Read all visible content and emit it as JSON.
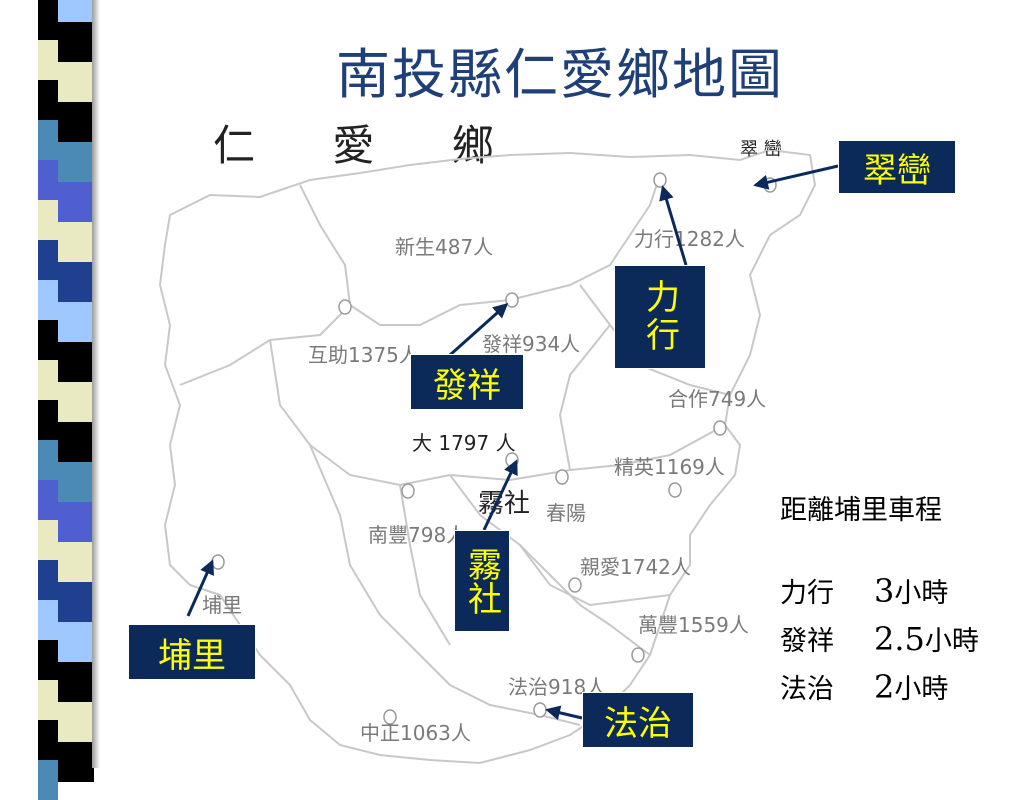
{
  "slide": {
    "title": "南投縣仁愛鄉地圖",
    "map_heading": "仁 愛 鄉"
  },
  "strip_colors": [
    "#000000",
    "#4a8ab5",
    "#1f3f8f",
    "#e9e9c2",
    "#4f5fd0",
    "#9ec8ff",
    "#000000",
    "#e9e9c2"
  ],
  "map": {
    "villages": [
      {
        "key": "cuiluan",
        "label": "翠  巒"
      },
      {
        "key": "lixing",
        "label": "力行1282人"
      },
      {
        "key": "xinsheng",
        "label": "新生487人"
      },
      {
        "key": "fazhang",
        "label": "發祥934人"
      },
      {
        "key": "huzhu",
        "label": "互助1375人"
      },
      {
        "key": "hezuo",
        "label": "合作749人"
      },
      {
        "key": "datong",
        "label": "大  1797 人"
      },
      {
        "key": "jingying",
        "label": "精英1169人"
      },
      {
        "key": "wushe",
        "label": "霧社"
      },
      {
        "key": "chunyang",
        "label": "春陽"
      },
      {
        "key": "nanfeng",
        "label": "南豐798人"
      },
      {
        "key": "qinai",
        "label": "親愛1742人"
      },
      {
        "key": "puli",
        "label": "埔里"
      },
      {
        "key": "wanfeng",
        "label": "萬豐1559人"
      },
      {
        "key": "fazhi",
        "label": "法治918人"
      },
      {
        "key": "zhongzheng",
        "label": "中正1063人"
      }
    ]
  },
  "callouts": {
    "cuiluan": "翠巒",
    "lixing": "力行",
    "fazhang": "發祥",
    "wushe": "霧社",
    "puli": "埔里",
    "fazhi": "法治"
  },
  "travel": {
    "heading": "距離埔里車程",
    "rows": [
      {
        "place": "力行",
        "hours": "3",
        "unit": "小時"
      },
      {
        "place": "發祥",
        "hours": "2.5",
        "unit": "小時"
      },
      {
        "place": "法治",
        "hours": "2",
        "unit": "小時"
      }
    ]
  },
  "colors": {
    "title": "#1f3f78",
    "callout_bg": "#0b2a5a",
    "callout_text": "#ffff00",
    "arrow": "#0b2a5a"
  }
}
